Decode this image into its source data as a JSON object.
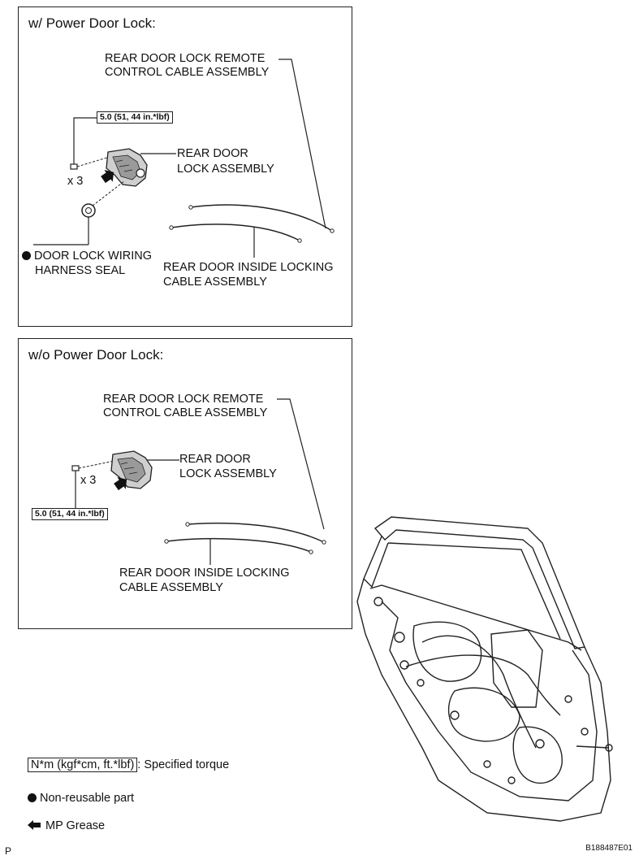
{
  "panels": [
    {
      "title": "w/ Power Door Lock:",
      "remote_cable": [
        "REAR DOOR LOCK REMOTE",
        "CONTROL CABLE ASSEMBLY"
      ],
      "lock_assembly": [
        "REAR DOOR",
        "LOCK ASSEMBLY"
      ],
      "torque": "5.0 (51, 44 in.*lbf)",
      "qty": "x 3",
      "seal": [
        "DOOR LOCK WIRING",
        "HARNESS SEAL"
      ],
      "inside_cable": [
        "REAR DOOR INSIDE LOCKING",
        "CABLE ASSEMBLY"
      ]
    },
    {
      "title": "w/o Power Door Lock:",
      "remote_cable": [
        "REAR DOOR LOCK REMOTE",
        "CONTROL CABLE ASSEMBLY"
      ],
      "lock_assembly": [
        "REAR DOOR",
        "LOCK ASSEMBLY"
      ],
      "torque": "5.0 (51, 44 in.*lbf)",
      "qty": "x 3",
      "inside_cable": [
        "REAR DOOR INSIDE LOCKING",
        "CABLE ASSEMBLY"
      ]
    }
  ],
  "legend": {
    "torque_unit": "N*m (kgf*cm, ft.*lbf)",
    "torque_text": ": Specified torque",
    "nonreusable_text": "Non-reusable part",
    "grease_text": "MP Grease"
  },
  "footer": {
    "left": "P",
    "right": "B188487E01"
  }
}
